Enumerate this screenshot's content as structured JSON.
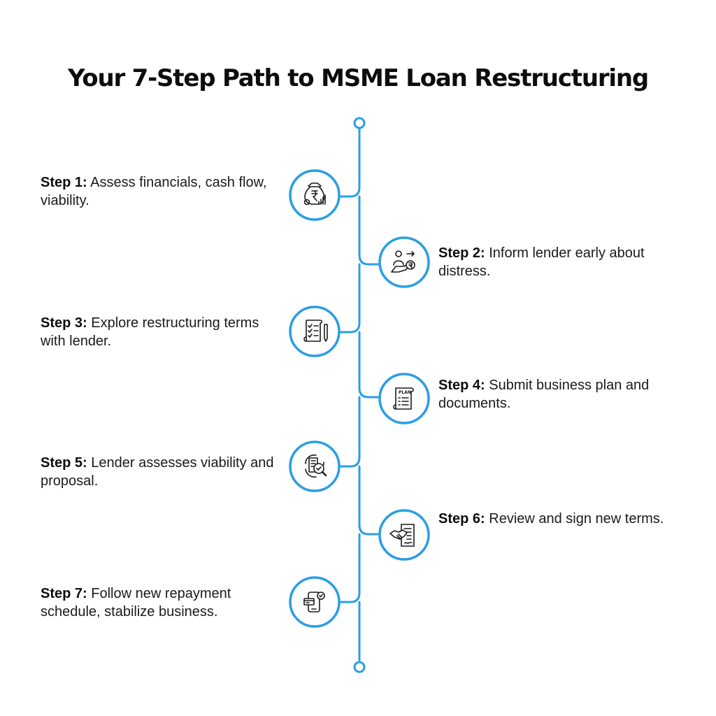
{
  "title": "Your 7-Step Path to MSME Loan Restructuring",
  "accent_color": "#2a9ee5",
  "steps": [
    {
      "label": "Step 1:",
      "text": "Assess financials, cash flow, viability.",
      "icon": "money-bag-growth-icon"
    },
    {
      "label": "Step 2:",
      "text": "Inform lender early about distress.",
      "icon": "hand-giving-money-icon"
    },
    {
      "label": "Step 3:",
      "text": "Explore restructuring terms with lender.",
      "icon": "checklist-scroll-icon"
    },
    {
      "label": "Step 4:",
      "text": "Submit business plan and documents.",
      "icon": "plan-document-icon"
    },
    {
      "label": "Step 5:",
      "text": "Lender assesses viability and proposal.",
      "icon": "document-review-magnifier-icon"
    },
    {
      "label": "Step 6:",
      "text": "Review and sign new terms.",
      "icon": "handshake-contract-icon"
    },
    {
      "label": "Step 7:",
      "text": "Follow new repayment schedule, stabilize business.",
      "icon": "mobile-payment-icon"
    }
  ]
}
